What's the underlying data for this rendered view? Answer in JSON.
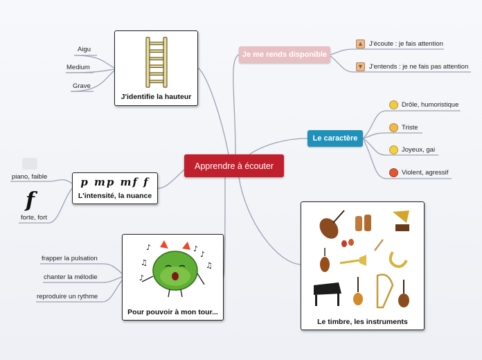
{
  "colors": {
    "central": "#c0202e",
    "disponible": "#e8bfc3",
    "caractere": "#1f91ba",
    "link": "#9aa3b3"
  },
  "central": {
    "label": "Apprendre à écouter"
  },
  "hauteur": {
    "label": "J'identifie la hauteur",
    "image": "ladder-icon",
    "leaves": [
      "Aigu",
      "Medium",
      "Grave"
    ]
  },
  "disponible": {
    "label": "Je me rends disponible",
    "leaves": [
      {
        "icon": "thumbs-up-icon",
        "label": "J'écoute : je fais attention"
      },
      {
        "icon": "thumbs-down-icon",
        "label": "J'entends : je ne fais pas attention"
      }
    ]
  },
  "caractere": {
    "label": "Le caractère",
    "leaves": [
      {
        "icon": "laughing-face-icon",
        "label": "Drôle, humoristique"
      },
      {
        "icon": "sad-face-icon",
        "label": "Triste"
      },
      {
        "icon": "smiling-face-icon",
        "label": "Joyeux, gai"
      },
      {
        "icon": "angry-face-icon",
        "label": "Violent, agressif"
      }
    ]
  },
  "intensite": {
    "dynamics": "p mp mf f",
    "label": "L'intensité, la nuance",
    "leaves": [
      {
        "icon": "piano-dynamic-icon",
        "label": "piano, faible"
      },
      {
        "icon": "forte-symbol",
        "symbol": "f",
        "label": "forte, fort"
      }
    ]
  },
  "tour": {
    "label": "Pour pouvoir à mon tour...",
    "image": "singing-monster-icon",
    "leaves": [
      "frapper la pulsation",
      "chanter la mélodie",
      "reproduire un rythme"
    ]
  },
  "timbre": {
    "label": "Le timbre, les instruments",
    "image": "instruments-collage"
  }
}
